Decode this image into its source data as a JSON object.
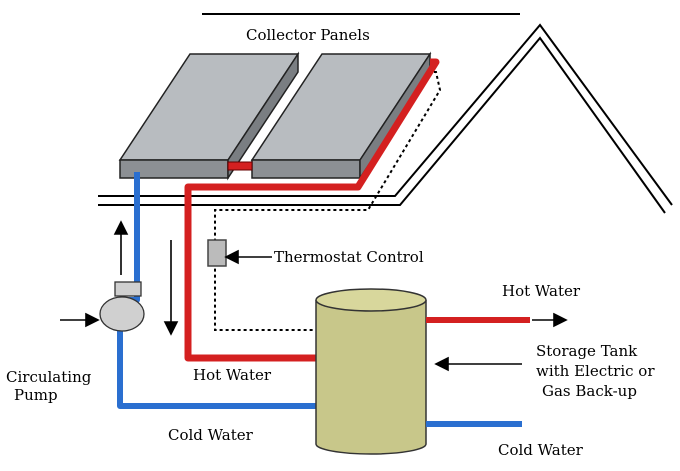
{
  "labels": {
    "collector_panels": "Collector Panels",
    "thermostat_control": "Thermostat Control",
    "hot_water_outlet": "Hot Water",
    "hot_water_pipe": "Hot Water",
    "storage_tank_line1": "Storage Tank",
    "storage_tank_line2": "with Electric or",
    "storage_tank_line3": "Gas Back-up",
    "circulating_line1": "Circulating",
    "circulating_line2": "Pump",
    "cold_water_bottom": "Cold Water",
    "cold_water_inlet": "Cold Water"
  },
  "colors": {
    "hot_pipe": "#d42020",
    "cold_pipe": "#2a6fd0",
    "panel_top": "#b8bcc0",
    "panel_side": "#8c9094",
    "tank_body": "#c8c78a",
    "pump": "#d0d0d0"
  }
}
